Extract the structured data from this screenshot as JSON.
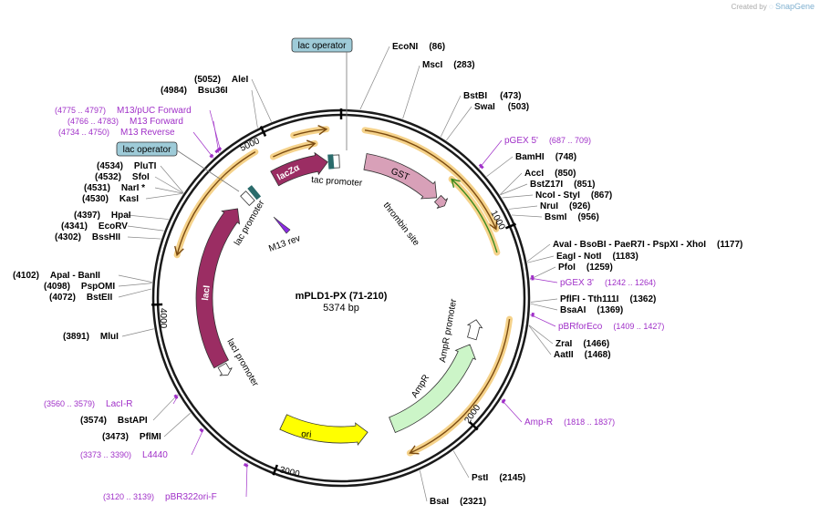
{
  "credit": {
    "prefix": "Created by",
    "brand": "SnapGene"
  },
  "plasmid": {
    "name": "mPLD1-PX (71-210)",
    "length": "5374 bp"
  },
  "colors": {
    "primer": "#a030c8",
    "backbone": "#1a1a1a",
    "orf_highlight": "#f5d28a",
    "lac_operator": "#9ecbd8"
  },
  "ticks": [
    "1000",
    "2000",
    "3000",
    "4000",
    "5000"
  ],
  "enzymes": [
    {
      "name": "EcoNI",
      "pos": "(86)"
    },
    {
      "name": "MscI",
      "pos": "(283)"
    },
    {
      "name": "BstBI",
      "pos": "(473)"
    },
    {
      "name": "SwaI",
      "pos": "(503)"
    },
    {
      "name": "BamHI",
      "pos": "(748)"
    },
    {
      "name": "AccI",
      "pos": "(850)"
    },
    {
      "name": "BstZ17I",
      "pos": "(851)"
    },
    {
      "name": "NcoI - StyI",
      "pos": "(867)"
    },
    {
      "name": "NruI",
      "pos": "(926)"
    },
    {
      "name": "BsmI",
      "pos": "(956)"
    },
    {
      "name": "AvaI - BsoBI - PaeR7I - PspXI - XhoI",
      "pos": "(1177)"
    },
    {
      "name": "EagI - NotI",
      "pos": "(1183)"
    },
    {
      "name": "PfoI",
      "pos": "(1259)"
    },
    {
      "name": "PflFI - Tth111I",
      "pos": "(1362)"
    },
    {
      "name": "BsaAI",
      "pos": "(1369)"
    },
    {
      "name": "ZraI",
      "pos": "(1466)"
    },
    {
      "name": "AatII",
      "pos": "(1468)"
    },
    {
      "name": "PstI",
      "pos": "(2145)"
    },
    {
      "name": "BsaI",
      "pos": "(2321)"
    },
    {
      "name": "PflMI",
      "pos": "(3473)"
    },
    {
      "name": "BstAPI",
      "pos": "(3574)"
    },
    {
      "name": "MluI",
      "pos": "(3891)"
    },
    {
      "name": "BstEII",
      "pos": "(4072)"
    },
    {
      "name": "PspOMI",
      "pos": "(4098)"
    },
    {
      "name": "ApaI - BanII",
      "pos": "(4102)"
    },
    {
      "name": "BssHII",
      "pos": "(4302)"
    },
    {
      "name": "EcoRV",
      "pos": "(4341)"
    },
    {
      "name": "HpaI",
      "pos": "(4397)"
    },
    {
      "name": "KasI",
      "pos": "(4530)"
    },
    {
      "name": "NarI *",
      "pos": "(4531)"
    },
    {
      "name": "SfoI",
      "pos": "(4532)"
    },
    {
      "name": "PluTI",
      "pos": "(4534)"
    },
    {
      "name": "Bsu36I",
      "pos": "(4984)"
    },
    {
      "name": "AleI",
      "pos": "(5052)"
    }
  ],
  "primers": [
    {
      "name": "pGEX 5'",
      "pos": "(687 .. 709)"
    },
    {
      "name": "pGEX 3'",
      "pos": "(1242 .. 1264)"
    },
    {
      "name": "pBRforEco",
      "pos": "(1409 .. 1427)"
    },
    {
      "name": "Amp-R",
      "pos": "(1818 .. 1837)"
    },
    {
      "name": "pBR322ori-F",
      "pos": "(3120 .. 3139)"
    },
    {
      "name": "L4440",
      "pos": "(3373 .. 3390)"
    },
    {
      "name": "LacI-R",
      "pos": "(3560 .. 3579)"
    },
    {
      "name": "M13 Reverse",
      "pos": "(4734 .. 4750)"
    },
    {
      "name": "M13 Forward",
      "pos": "(4766 .. 4783)"
    },
    {
      "name": "M13/pUC Forward",
      "pos": "(4775 .. 4797)"
    }
  ],
  "boxes": {
    "top": "lac operator",
    "left": "lac operator"
  },
  "features": {
    "lacza": "lacZα",
    "gst": "GST",
    "tac1": "tac promoter",
    "lac_promoter": "lac promoter",
    "m13rev": "M13 rev",
    "thrombin": "thrombin site",
    "ampr_promoter": "AmpR promoter",
    "ampr": "AmpR",
    "ori": "ori",
    "laci": "lacI",
    "laci_promoter": "lacI promoter"
  }
}
